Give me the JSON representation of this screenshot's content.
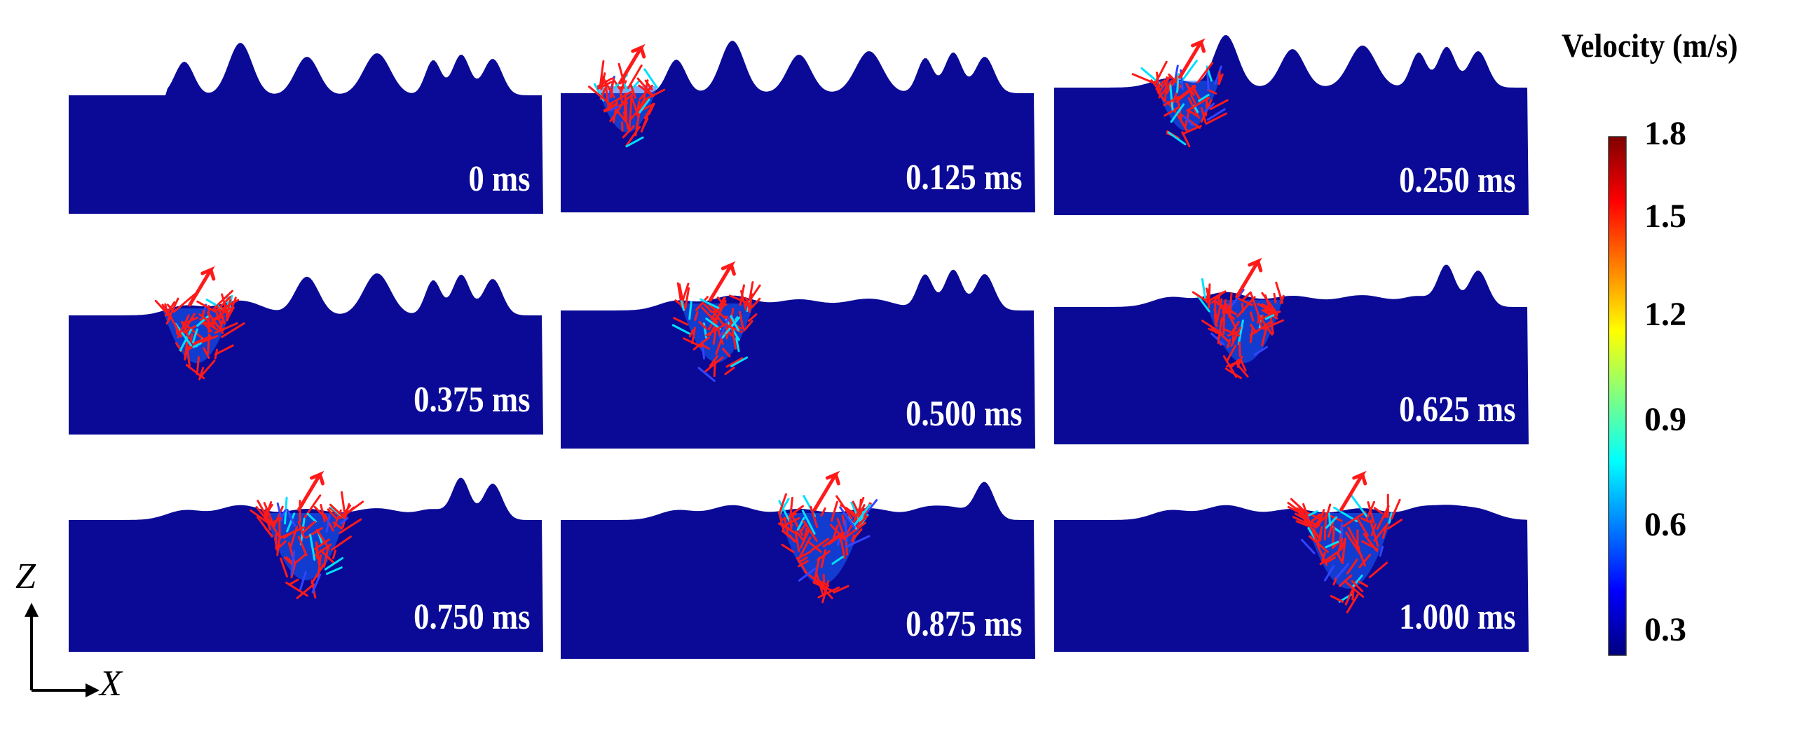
{
  "frames": [
    {
      "time_label": "0 ms",
      "stage": 0
    },
    {
      "time_label": "0.125 ms",
      "stage": 1
    },
    {
      "time_label": "0.250 ms",
      "stage": 2
    },
    {
      "time_label": "0.375 ms",
      "stage": 3
    },
    {
      "time_label": "0.500 ms",
      "stage": 4
    },
    {
      "time_label": "0.625 ms",
      "stage": 5
    },
    {
      "time_label": "0.750 ms",
      "stage": 6
    },
    {
      "time_label": "0.875 ms",
      "stage": 7
    },
    {
      "time_label": "1.000 ms",
      "stage": 8
    }
  ],
  "colorbar": {
    "title": "Velocity (m/s)",
    "min": 0.2,
    "max": 1.8,
    "ticks": [
      "1.8",
      "1.5",
      "1.2",
      "0.9",
      "0.6",
      "0.3"
    ],
    "tick_values": [
      1.8,
      1.5,
      1.2,
      0.9,
      0.6,
      0.3
    ],
    "colormap": [
      "#00007f",
      "#0000ff",
      "#0080ff",
      "#00ffff",
      "#80ff80",
      "#ffff00",
      "#ff8000",
      "#ff0000",
      "#7f0000"
    ]
  },
  "axes": {
    "vertical": "Z",
    "horizontal": "X"
  },
  "colors": {
    "material": "#0a0a96",
    "vector": "#ff1a1a"
  }
}
